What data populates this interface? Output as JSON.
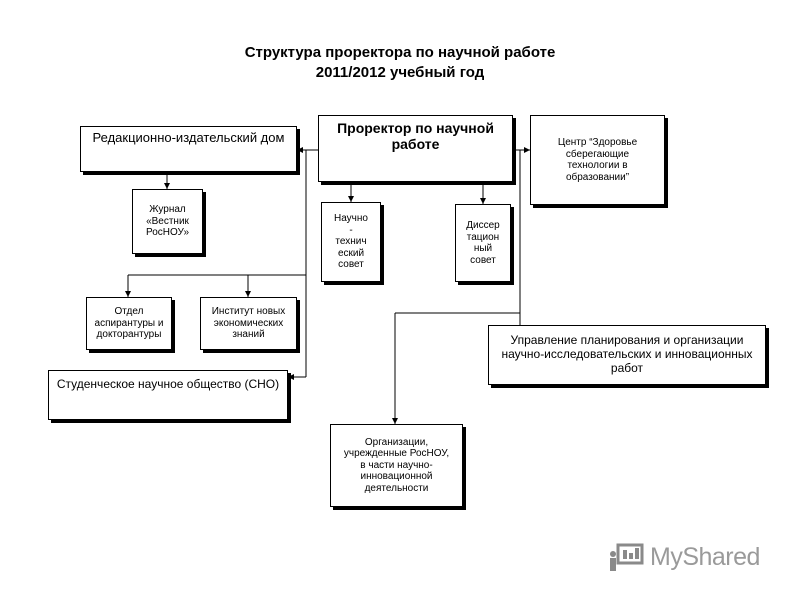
{
  "title": {
    "line1": "Структура проректора по научной работе",
    "line2": "2011/2012 учебный год"
  },
  "nodes": {
    "prorector": "Проректор по научной работе",
    "editorial": "Редакционно-издательский дом",
    "center": "Центр “Здоровье сберегающие технологии в образовании”",
    "journal": "Журнал «Вестник РосНОУ»",
    "sci_council": "Научно\n-\nтехнич\nеский\nсовет",
    "diss_council": "Диссер\nтацион\nный\nсовет",
    "postgrad": "Отдел аспирантуры и докторантуры",
    "institute": "Институт новых экономических знаний",
    "management": "Управление планирования и организации научно-исследовательских и инновационных работ",
    "student_society": "Студенческое научное общество (СНО)",
    "organizations": "Организации, учрежденные РосНОУ, в части научно-инновационной деятельности"
  },
  "watermark": {
    "text": "MyShared",
    "icon": "presentation-board-icon"
  }
}
